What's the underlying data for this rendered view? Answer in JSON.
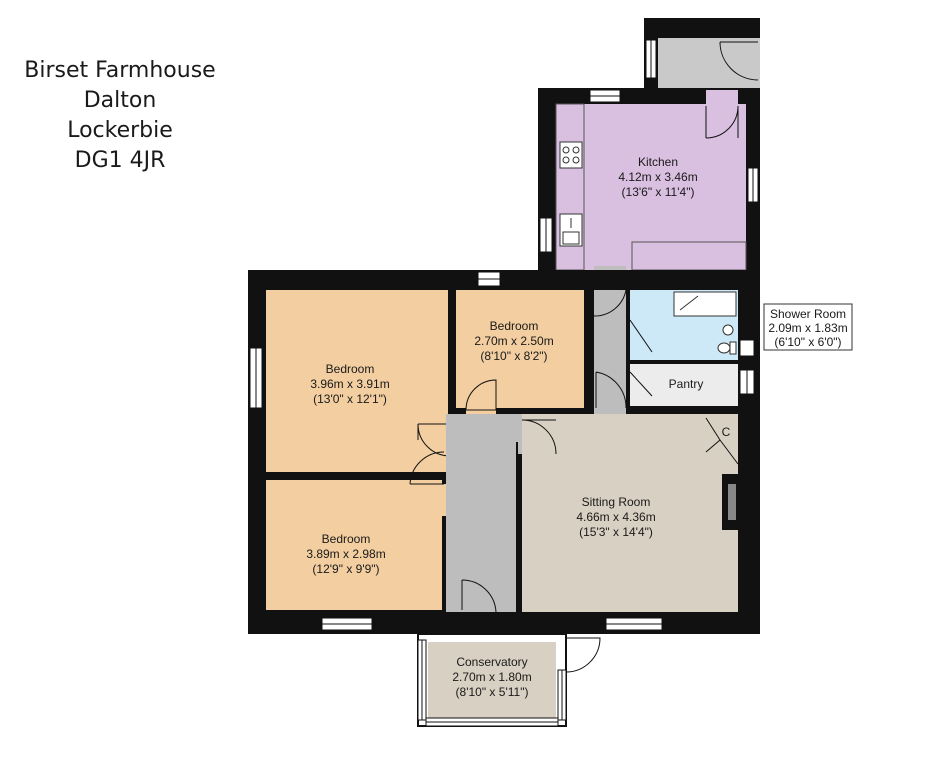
{
  "address": {
    "line1": "Birset Farmhouse",
    "line2": "Dalton",
    "line3": "Lockerbie",
    "line4": "DG1 4JR"
  },
  "rooms": {
    "kitchen": {
      "name": "Kitchen",
      "metric": "4.12m x 3.46m",
      "imperial": "(13'6\" x 11'4\")"
    },
    "shower_room": {
      "name": "Shower Room",
      "metric": "2.09m x 1.83m",
      "imperial": "(6'10\" x 6'0\")"
    },
    "pantry": {
      "name": "Pantry"
    },
    "bedroom1": {
      "name": "Bedroom",
      "metric": "3.96m x 3.91m",
      "imperial": "(13'0\" x 12'1\")"
    },
    "bedroom2": {
      "name": "Bedroom",
      "metric": "2.70m x 2.50m",
      "imperial": "(8'10\" x 8'2\")"
    },
    "bedroom3": {
      "name": "Bedroom",
      "metric": "3.89m x 2.98m",
      "imperial": "(12'9\" x 9'9\")"
    },
    "sitting_room": {
      "name": "Sitting Room",
      "metric": "4.66m x 4.36m",
      "imperial": "(15'3\" x 14'4\")"
    },
    "conservatory": {
      "name": "Conservatory",
      "metric": "2.70m x 1.80m",
      "imperial": "(8'10\" x 5'11\")"
    },
    "cupboard": {
      "name": "C"
    }
  },
  "colors": {
    "wall": "#111111",
    "kitchen": "#d9bfe0",
    "bedroom": "#f2cea0",
    "sitting_room": "#d8d0c2",
    "hall": "#bdbdbd",
    "shower": "#cde8f7",
    "pantry": "#ececec",
    "outbuilding": "#c9c9c9",
    "conservatory": "#d8d0c2"
  }
}
